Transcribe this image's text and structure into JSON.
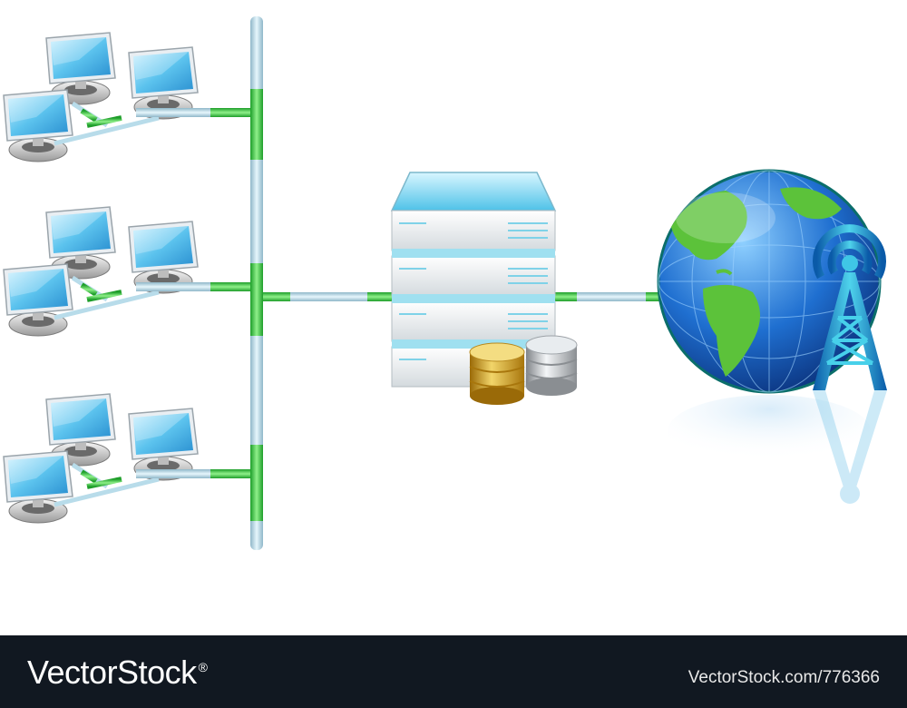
{
  "footer": {
    "brand": "VectorStock",
    "brand_mark": "®",
    "reference": "VectorStock.com/776366"
  },
  "colors": {
    "footer_bg": "#111821",
    "pipe_blue": "#b8dcea",
    "pipe_green": "#3ec93e",
    "screen_blue": "#52b8e6",
    "globe_blue": "#1f6fd0",
    "land_green": "#5cc23a",
    "coin_gold": "#d6a62a",
    "coin_silver": "#b8bcc0"
  },
  "icons": [
    "desktop-computer-icon",
    "network-bus",
    "server-rack-icon",
    "database-gold-icon",
    "database-silver-icon",
    "globe-icon",
    "antenna-tower-icon"
  ]
}
